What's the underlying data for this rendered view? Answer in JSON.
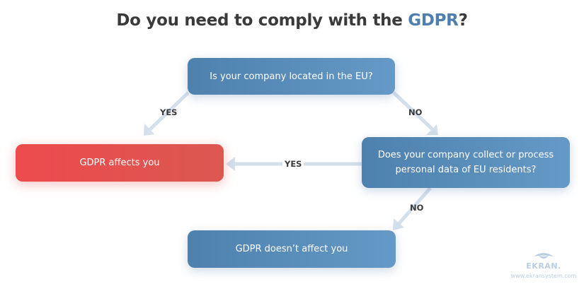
{
  "title": {
    "prefix": "Do you need to comply with the ",
    "accent": "GDPR",
    "suffix": "?"
  },
  "nodes": {
    "q1": {
      "text": "Is your company located in the EU?",
      "type": "question"
    },
    "q2": {
      "text": "Does your company collect or process personal data of EU residents?",
      "line1": "Does your company collect or process",
      "line2": "personal data of EU residents?",
      "type": "question"
    },
    "affects": {
      "text": "GDPR affects you",
      "type": "outcome-positive"
    },
    "not_affects": {
      "text": "GDPR doesn’t affect you",
      "type": "outcome-negative"
    }
  },
  "edges": [
    {
      "from": "q1",
      "to": "affects",
      "label": "YES"
    },
    {
      "from": "q1",
      "to": "q2",
      "label": "NO"
    },
    {
      "from": "q2",
      "to": "affects",
      "label": "YES"
    },
    {
      "from": "q2",
      "to": "not_affects",
      "label": "NO"
    }
  ],
  "edge_labels": {
    "q1_yes": "YES",
    "q1_no": "NO",
    "q2_yes": "YES",
    "q2_no": "NO"
  },
  "colors": {
    "title_text": "#3a3a3a",
    "accent": "#4f80ad",
    "question_box_start": "#4e81ad",
    "question_box_end": "#6599c6",
    "outcome_red_start": "#ec4a4d",
    "outcome_red_end": "#db5851",
    "arrow": "#d3e0ec",
    "logo": "#b9cde0"
  },
  "logo": {
    "name": "EKRAN.",
    "url": "www.ekransystem.com"
  }
}
